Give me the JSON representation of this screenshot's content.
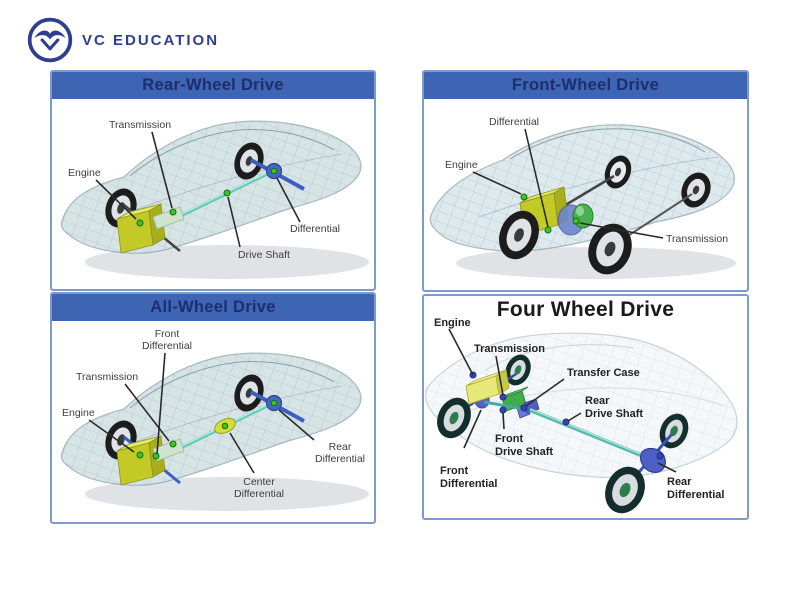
{
  "brand": {
    "name": "VC EDUCATION"
  },
  "colors": {
    "logo_blue": "#2e3f90",
    "header_bar": "#3e64b4",
    "header_text": "#1d2e6e",
    "panel_border": "#7e99cb",
    "four_wd_title": "#1a1a1a",
    "label_text": "#3e3e3e",
    "engine_yellow": "#c3ca28",
    "drive_shaft_teal": "#5fc9b8",
    "differential_blue": "#4667c0",
    "anchor_dot_green": "#3ec428",
    "anchor_dot_blue": "#3346b4"
  },
  "panels": [
    {
      "id": "rear-wheel-drive",
      "title": "Rear-Wheel Drive",
      "labels": {
        "transmission": "Transmission",
        "engine": "Engine",
        "differential": "Differential",
        "drive_shaft": "Drive Shaft"
      }
    },
    {
      "id": "front-wheel-drive",
      "title": "Front-Wheel Drive",
      "labels": {
        "differential": "Differential",
        "engine": "Engine",
        "transmission": "Transmission"
      }
    },
    {
      "id": "all-wheel-drive",
      "title": "All-Wheel Drive",
      "labels": {
        "front_differential": [
          "Front",
          "Differential"
        ],
        "transmission": "Transmission",
        "engine": "Engine",
        "center_differential": [
          "Center",
          "Differential"
        ],
        "rear_differential": [
          "Rear",
          "Differential"
        ]
      }
    },
    {
      "id": "four-wheel-drive",
      "title": "Four Wheel Drive",
      "labels": {
        "engine": "Engine",
        "transmission": "Transmission",
        "transfer_case": "Transfer Case",
        "rear_drive_shaft": [
          "Rear",
          "Drive Shaft"
        ],
        "front_drive_shaft": [
          "Front",
          "Drive Shaft"
        ],
        "front_differential": [
          "Front",
          "Differential"
        ],
        "rear_differential": [
          "Rear",
          "Differential"
        ]
      }
    }
  ]
}
